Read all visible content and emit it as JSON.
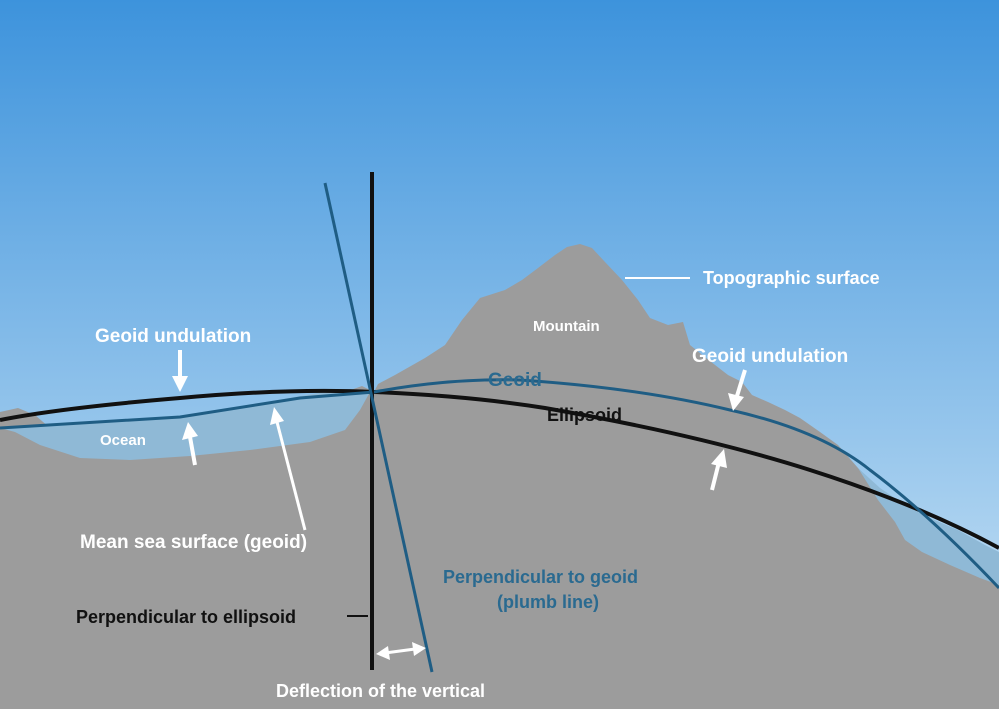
{
  "labels": {
    "topographic_surface": "Topographic surface",
    "mountain": "Mountain",
    "geoid_undulation_left": "Geoid undulation",
    "geoid_undulation_right": "Geoid undulation",
    "geoid": "Geoid",
    "ellipsoid": "Ellipsoid",
    "ocean": "Ocean",
    "mean_sea_surface": "Mean sea surface (geoid)",
    "perpendicular_to_geoid_line1": "Perpendicular to geoid",
    "perpendicular_to_geoid_line2": "(plumb line)",
    "perpendicular_to_ellipsoid": "Perpendicular to ellipsoid",
    "deflection_of_vertical": "Deflection of the vertical"
  },
  "colors": {
    "sky_top": "#3d93dc",
    "sky_bottom": "#cfe6f6",
    "ground": "#9c9c9c",
    "water": "#8fb9d6",
    "geoid_line": "#1f5d84",
    "ellipsoid_line": "#111111",
    "label_white": "#ffffff",
    "label_blue": "#2a6a90"
  }
}
